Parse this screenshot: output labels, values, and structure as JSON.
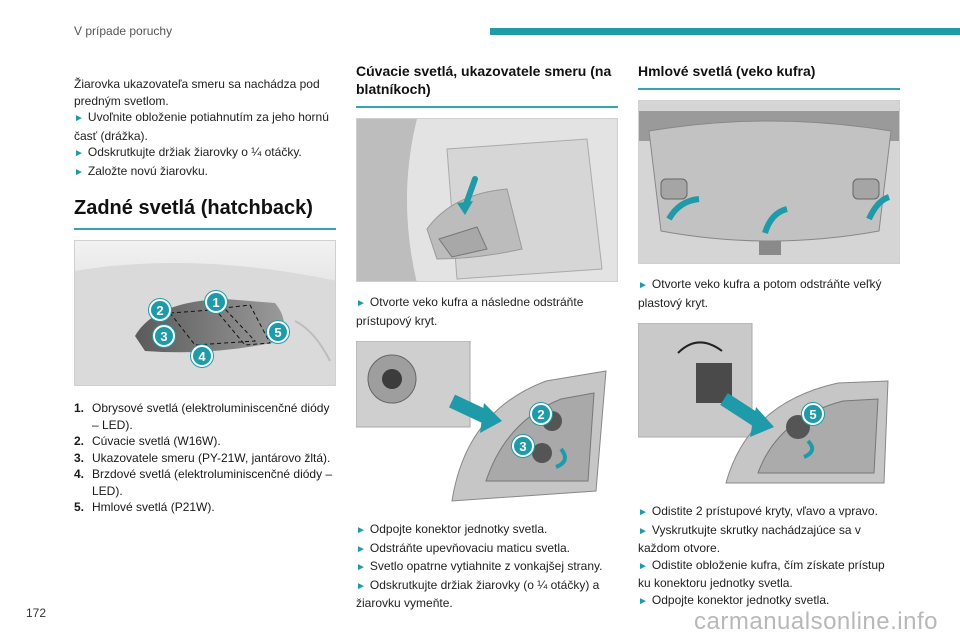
{
  "header": {
    "title": "V prípade poruchy"
  },
  "page_number": "172",
  "watermark": "carmanualsonline.info",
  "col1": {
    "intro_line1": "Žiarovka ukazovateľa smeru sa nachádza pod predným svetlom.",
    "steps": [
      "Uvoľnite obloženie potiahnutím za jeho hornú časť (drážka).",
      "Odskrutkujte držiak žiarovky o ¼ otáčky.",
      "Založte novú žiarovku."
    ],
    "heading": "Zadné svetlá (hatchback)",
    "callouts": [
      "1",
      "2",
      "3",
      "4",
      "5"
    ],
    "legend": [
      {
        "num": "1.",
        "text": "Obrysové svetlá (elektroluminiscenčné diódy – LED)."
      },
      {
        "num": "2.",
        "text": "Cúvacie svetlá (W16W)."
      },
      {
        "num": "3.",
        "text": "Ukazovatele smeru (PY-21W, jantárovo žltá)."
      },
      {
        "num": "4.",
        "text": "Brzdové svetlá (elektroluminiscenčné diódy – LED)."
      },
      {
        "num": "5.",
        "text": "Hmlové svetlá (P21W)."
      }
    ]
  },
  "col2": {
    "heading": "Cúvacie svetlá, ukazovatele smeru (na blatníkoch)",
    "step1": "Otvorte veko kufra a následne odstráňte prístupový kryt.",
    "callouts": [
      "2",
      "3"
    ],
    "steps": [
      "Odpojte konektor jednotky svetla.",
      "Odstráňte upevňovaciu maticu svetla.",
      "Svetlo opatrne vytiahnite z vonkajšej strany.",
      "Odskrutkujte držiak žiarovky (o ¼ otáčky) a žiarovku vymeňte."
    ]
  },
  "col3": {
    "heading": "Hmlové svetlá (veko kufra)",
    "step1": "Otvorte veko kufra a potom odstráňte veľký plastový kryt.",
    "callouts": [
      "5"
    ],
    "steps": [
      "Odistite 2 prístupové kryty, vľavo a vpravo.",
      "Vyskrutkujte skrutky nachádzajúce sa v každom otvore.",
      "Odistite obloženie kufra, čím získate prístup ku konektoru jednotky svetla.",
      "Odpojte konektor jednotky svetla."
    ]
  },
  "arrow_glyph": "►",
  "colors": {
    "accent": "#1f9aa8"
  }
}
